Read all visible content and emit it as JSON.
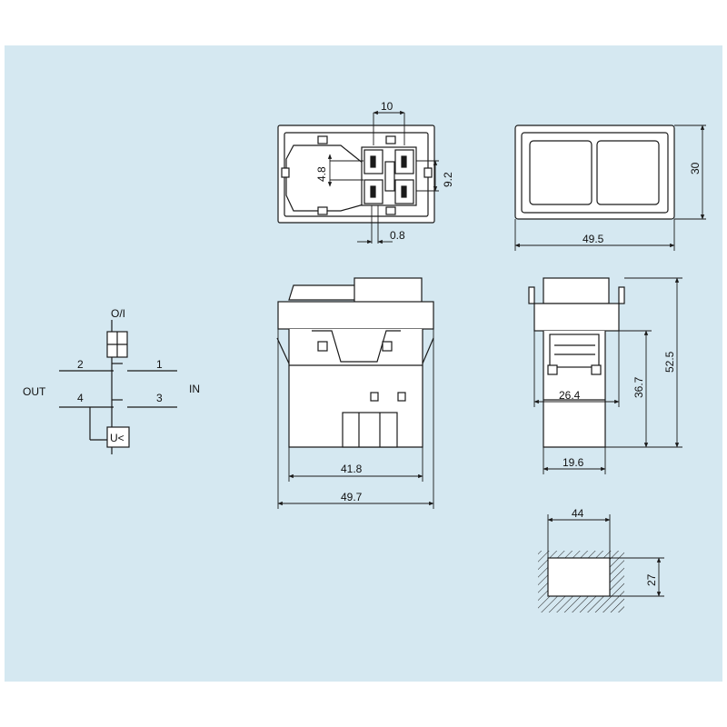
{
  "colors": {
    "background": "#d5e8f1",
    "line": "#1a1a1a",
    "fill": "#ffffff"
  },
  "top_view": {
    "dims": {
      "pitch": "10",
      "tab": "4.8",
      "gap": "9.2",
      "offset": "0.8"
    }
  },
  "end_view": {
    "dims": {
      "height": "30",
      "width": "49.5"
    }
  },
  "front_view": {
    "dims": {
      "inner_width": "41.8",
      "outer_width": "49.7"
    }
  },
  "side_view": {
    "dims": {
      "total_height": "52.5",
      "body_height": "36.7",
      "mid_width": "26.4",
      "bottom_width": "19.6"
    }
  },
  "cutout": {
    "dims": {
      "width": "44",
      "height": "27"
    }
  },
  "schematic": {
    "switch_label": "O/I",
    "out_label": "OUT",
    "in_label": "IN",
    "terminals": [
      "2",
      "1",
      "4",
      "3"
    ],
    "coil_label": "U<"
  }
}
